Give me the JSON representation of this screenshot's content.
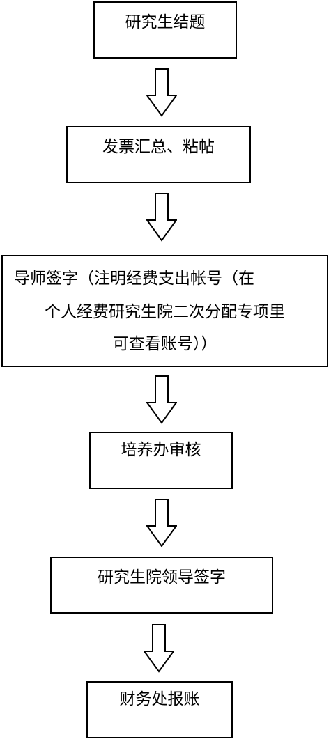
{
  "flow": {
    "steps": [
      {
        "id": "s1",
        "lines": [
          "研究生结题"
        ]
      },
      {
        "id": "s2",
        "lines": [
          "发票汇总、粘帖"
        ]
      },
      {
        "id": "s3",
        "lines": [
          "导师签字（注明经费支出帐号（在",
          "个人经费研究生院二次分配专项里",
          "可查看账号））"
        ]
      },
      {
        "id": "s4",
        "lines": [
          "培养办审核"
        ]
      },
      {
        "id": "s5",
        "lines": [
          "研究生院领导签字"
        ]
      },
      {
        "id": "s6",
        "lines": [
          "财务处报账"
        ]
      }
    ]
  },
  "colors": {
    "stroke": "#000000",
    "fill": "#ffffff"
  }
}
